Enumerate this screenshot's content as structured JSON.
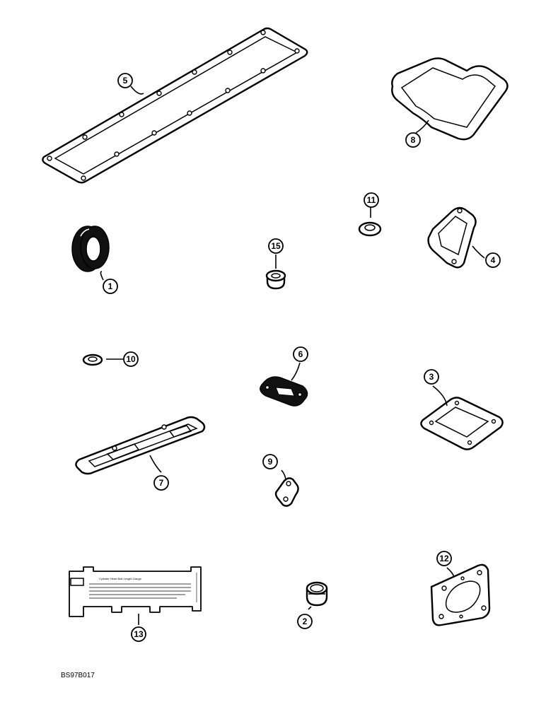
{
  "figure_code": "BS97B017",
  "callouts": [
    "1",
    "2",
    "3",
    "4",
    "5",
    "6",
    "7",
    "8",
    "9",
    "10",
    "11",
    "12",
    "13",
    "15"
  ],
  "decal_text": {
    "title": "Cylinder Head Bolt Length Gauge"
  }
}
